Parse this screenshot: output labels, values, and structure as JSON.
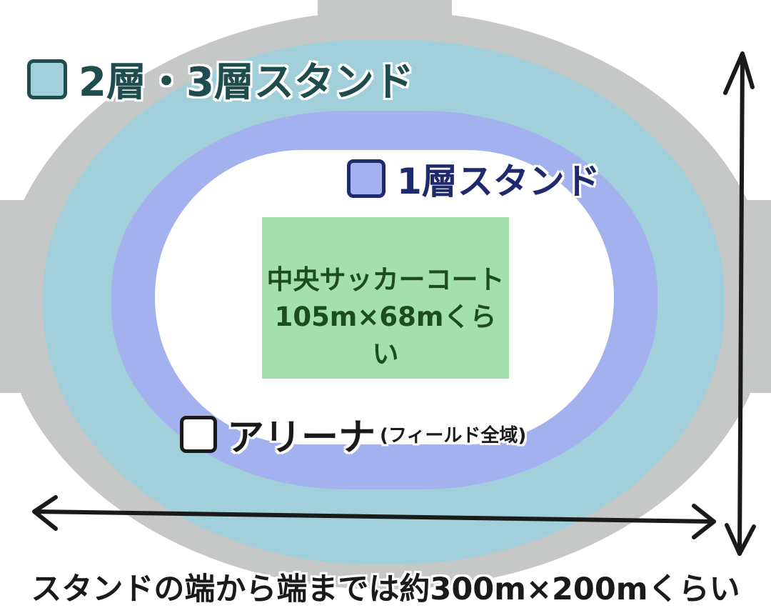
{
  "legend": {
    "upper_stands": "2層・3層スタンド",
    "lower_stands": "1層スタンド",
    "arena": "アリーナ",
    "arena_note": "(フィールド全域)"
  },
  "court": {
    "name": "中央サッカーコート",
    "size": "105m×68mくらい"
  },
  "caption": "スタンドの端から端までは約300m×200mくらい",
  "colors": {
    "outer_structure": "#c6c8c8",
    "upper_stands": "#a2d0da",
    "lower_stands": "#a3b1ef",
    "arena": "#ffffff",
    "court": "#a3e0ad",
    "upper_text": "#1f4d4f",
    "lower_text": "#1f2a6e",
    "court_text": "#1d4d1f",
    "arrow": "#1a1a1a"
  }
}
